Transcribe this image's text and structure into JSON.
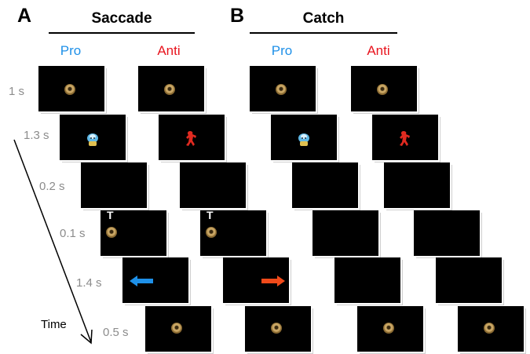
{
  "panels": {
    "a": {
      "letter": "A",
      "title": "Saccade"
    },
    "b": {
      "letter": "B",
      "title": "Catch"
    }
  },
  "conditions": {
    "pro": "Pro",
    "anti": "Anti"
  },
  "durations": [
    "1 s",
    "1.3 s",
    "0.2 s",
    "0.1 s",
    "1.4 s",
    "0.5 s"
  ],
  "time_label": "Time",
  "target_letter": "T",
  "colors": {
    "pro": "#1e90e8",
    "anti": "#e8141e",
    "pro_arrow": "#1e90e8",
    "anti_arrow": "#f04a1a",
    "screen": "#000000",
    "duration_text": "#8c8c8c"
  },
  "icons": {
    "fixation": "fixation-dot-icon",
    "pro_cue": "cartoon-cue-icon",
    "anti_cue": "red-figure-cue-icon",
    "left_arrow": "left-arrow-icon",
    "right_arrow": "right-arrow-icon"
  }
}
